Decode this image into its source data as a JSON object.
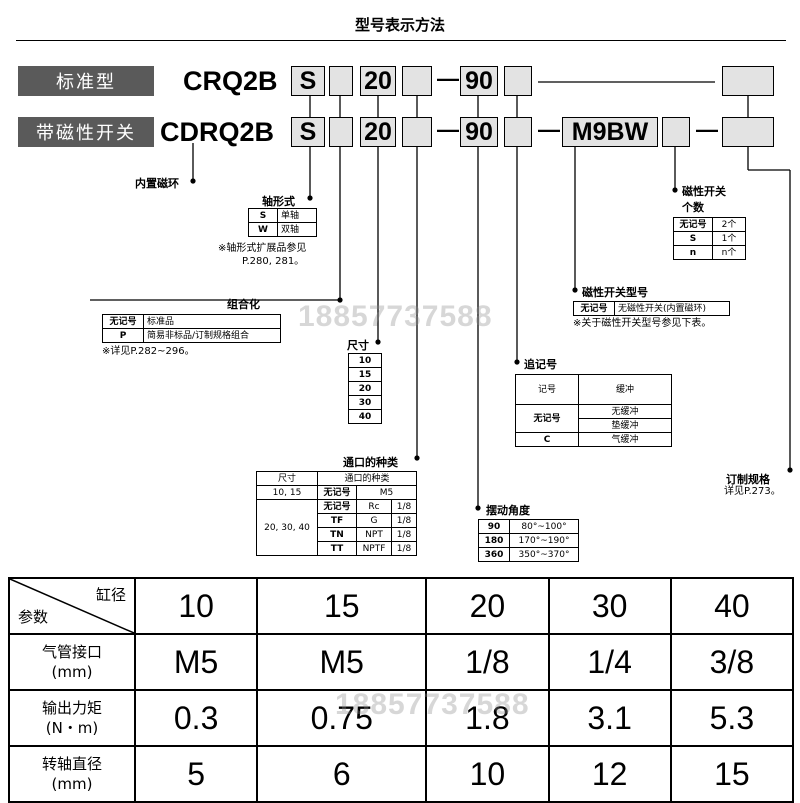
{
  "title": "型号表示方法",
  "rows": {
    "standard": {
      "label": "标准型",
      "prefix": "CRQ2B",
      "s": "S",
      "size": "20",
      "angle": "90"
    },
    "magnetic": {
      "label": "带磁性开关",
      "prefix": "CDRQ2B",
      "s": "S",
      "size": "20",
      "angle": "90",
      "switch": "M9BW"
    }
  },
  "dash": "—",
  "built_in_magnet": "内置磁环",
  "shaft": {
    "label": "轴形式",
    "rows": [
      [
        "S",
        "单轴"
      ],
      [
        "W",
        "双轴"
      ]
    ],
    "note1": "※轴形式扩展品参见",
    "note2": "P.280, 281。"
  },
  "combo": {
    "label": "组合化",
    "rows": [
      [
        "无记号",
        "标准品"
      ],
      [
        "P",
        "简易非标品/订制规格组合"
      ]
    ],
    "note": "※详见P.282~296。"
  },
  "size": {
    "label": "尺寸",
    "values": [
      "10",
      "15",
      "20",
      "30",
      "40"
    ]
  },
  "port": {
    "label": "通口的种类",
    "header": [
      "尺寸",
      "通口的种类"
    ],
    "row1": [
      "10, 15",
      "无记号",
      "M5"
    ],
    "size2": "20, 30, 40",
    "rows2": [
      [
        "无记号",
        "Rc",
        "1/8"
      ],
      [
        "TF",
        "G",
        "1/8"
      ],
      [
        "TN",
        "NPT",
        "1/8"
      ],
      [
        "TT",
        "NPTF",
        "1/8"
      ]
    ]
  },
  "angle": {
    "label": "摆动角度",
    "rows": [
      [
        "90",
        "80°~100°"
      ],
      [
        "180",
        "170°~190°"
      ],
      [
        "360",
        "350°~370°"
      ]
    ]
  },
  "suffix": {
    "label": "追记号",
    "header": [
      "记号",
      "缓冲"
    ],
    "none": "无记号",
    "none_values": [
      "无缓冲",
      "垫缓冲"
    ],
    "c": [
      "C",
      "气缓冲"
    ]
  },
  "switch_type": {
    "label": "磁性开关型号",
    "rows": [
      [
        "无记号",
        "无磁性开关(内置磁环)"
      ]
    ],
    "note": "※关于磁性开关型号参见下表。"
  },
  "switch_count": {
    "label1": "磁性开关",
    "label2": "个数",
    "rows": [
      [
        "无记号",
        "2个"
      ],
      [
        "S",
        "1个"
      ],
      [
        "n",
        "n个"
      ]
    ]
  },
  "custom": {
    "label": "订制规格",
    "note": "详见P.273。"
  },
  "watermark": "18857737588",
  "spec_table": {
    "corner_top": "缸径",
    "corner_bottom": "参数",
    "bore": [
      "10",
      "15",
      "20",
      "30",
      "40"
    ],
    "rows": [
      {
        "label1": "气管接口",
        "label2": "(mm)",
        "values": [
          "M5",
          "M5",
          "1/8",
          "1/4",
          "3/8"
        ]
      },
      {
        "label1": "输出力矩",
        "label2": "(N・m)",
        "values": [
          "0.3",
          "0.75",
          "1.8",
          "3.1",
          "5.3"
        ]
      },
      {
        "label1": "转轴直径",
        "label2": "(mm)",
        "values": [
          "5",
          "6",
          "10",
          "12",
          "15"
        ]
      }
    ]
  }
}
